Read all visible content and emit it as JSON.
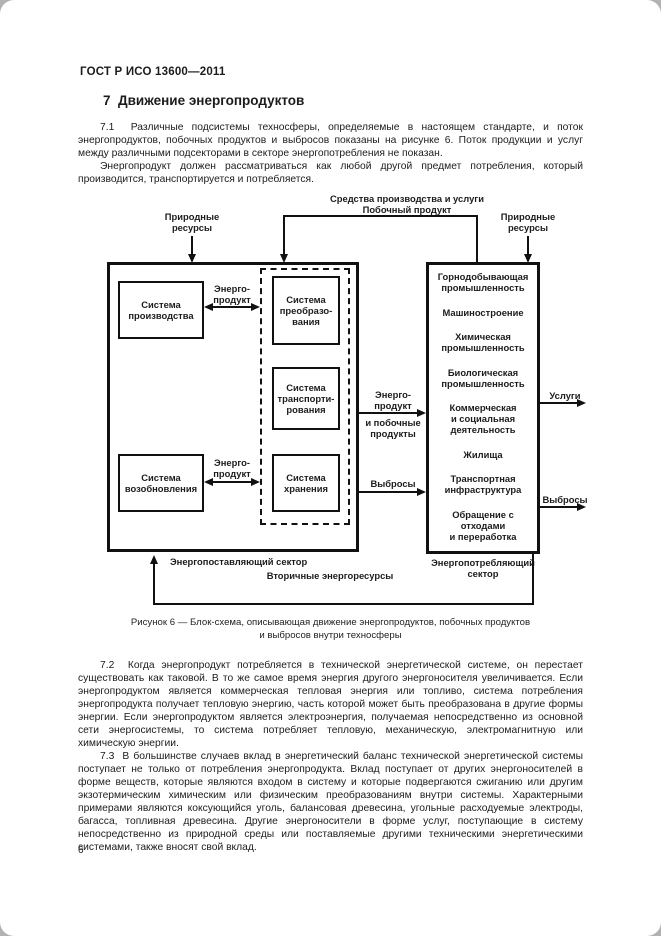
{
  "colors": {
    "surround": "#b2b2b2",
    "page": "#ffffff",
    "ink": "#1c1c1c"
  },
  "doc": {
    "header": "ГОСТ Р ИСО 13600—2011",
    "section_title": "7  Движение энергопродуктов",
    "page_number": "6",
    "paragraphs": {
      "p1": "7.1  Различные подсистемы техносферы, определяемые в настоящем стандарте, и поток энергопродуктов, побочных продуктов и выбросов показаны на рисунке 6. Поток продукции и услуг между различными подсекторами в секторе энергопотребления не показан.",
      "p2": "Энергопродукт должен рассматриваться как любой другой предмет потребления, который производится, транспортируется и потребляется.",
      "p3": "7.2  Когда энергопродукт потребляется в технической энергетической системе, он перестает существовать как таковой. В то же самое время энергия другого энергоносителя увеличивается. Если энергопродуктом является коммерческая тепловая энергия или топливо, система потребления энергопродукта получает тепловую энергию, часть которой может быть преобразована в другие формы энергии. Если энергопродуктом является электроэнергия, получаемая непосредственно из основной сети энергосистемы, то система потребляет тепловую, механическую, электромагнитную или химическую энергии.",
      "p4": "7.3  В большинстве случаев вклад в энергетический баланс технической энергетической системы поступает не только от потребления энергопродукта. Вклад поступает от других энергоносителей в форме веществ, которые являются входом в систему и которые подвергаются сжиганию или другим экзотермическим химическим или физическим преобразованиям внутри системы. Характерными примерами являются коксующийся уголь, балансовая древесина, угольные расходуемые электроды, багасса, топливная древесина. Другие энергоносители в форме услуг, поступающие в систему непосредственно из природной среды или поставляемые другими техническими энергетическими системами, также вносят свой вклад."
    },
    "figure_caption": "Рисунок 6 — Блок-схема, описывающая движение энергопродуктов, побочных продуктов\nи выбросов внутри техносферы"
  },
  "diagram": {
    "top_flow_label": "Средства производства и услуги\nПобочный продукт",
    "natural_resources_left": "Природные\nресурсы",
    "natural_resources_right": "Природные\nресурсы",
    "supply": {
      "production": "Система\nпроизводства",
      "renewal": "Система\nвозобновления",
      "conversion": "Система\nпреобразо-\nвания",
      "transport": "Система\nтранспорти-\nрования",
      "storage": "Система\nхранения",
      "energy_product_1": "Энерго-\nпродукт",
      "energy_product_2": "Энерго-\nпродукт",
      "sector_label": "Энергопоставляющий сектор"
    },
    "mid": {
      "energy_product_top": "Энерго-\nпродукт",
      "energy_product_bottom": "и побочные\nпродукты",
      "emissions": "Выбросы"
    },
    "consumption": {
      "items": [
        "Горнодобывающая\nпромышленность",
        "Машиностроение",
        "Химическая\nпромышленность",
        "Биологическая\nпромышленность",
        "Коммерческая\nи социальная\nдеятельность",
        "Жилища",
        "Транспортная\nинфраструктура",
        "Обращение с отходами\nи переработка"
      ],
      "sector_label": "Энергопотребляющий\nсектор"
    },
    "out": {
      "services": "Услуги",
      "emissions": "Выбросы"
    },
    "secondary_resources": "Вторичные энергоресурсы"
  }
}
